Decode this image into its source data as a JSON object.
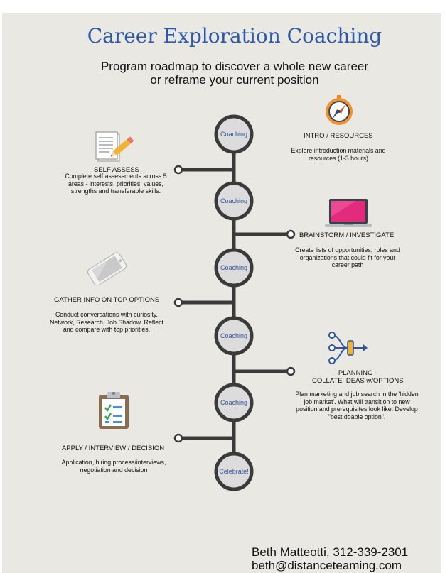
{
  "title": "Career Exploration Coaching",
  "subtitle_lines": [
    "Program roadmap to discover a whole new career",
    "or reframe your current position"
  ],
  "nodes": [
    "Coaching",
    "Coaching",
    "Coaching",
    "Coaching",
    "Coaching",
    "Celebrate!"
  ],
  "steps": [
    {
      "title": "INTRO / RESOURCES",
      "desc": "Explore introduction materials and resources (1-3 hours)",
      "icon": "compass-icon"
    },
    {
      "title": "SELF ASSESS",
      "desc": "Complete self assessments across 5 areas - interests, priorities, values, strengths and transferable skills.",
      "icon": "notepad-pencil-icon"
    },
    {
      "title": "BRAINSTORM / INVESTIGATE",
      "desc": "Create lists of opportunities, roles and organizations that could fit for your career path",
      "icon": "laptop-icon"
    },
    {
      "title": "GATHER INFO ON TOP OPTIONS",
      "desc": "Conduct conversations with curiosity. Network, Research, Job Shadow. Reflect and compare with top priorities.",
      "icon": "smartphone-icon"
    },
    {
      "title_lines": [
        "PLANNING -",
        "COLLATE IDEAS w/OPTIONS"
      ],
      "desc": "Plan marketing and job search in the 'hidden job market'. What will transition to new position and prerequisites look like.  Develop \"best doable option\".",
      "icon": "process-flow-icon"
    },
    {
      "title": "APPLY / INTERVIEW / DECISION",
      "desc": "Application, hiring process/interviews, negotiation and decision",
      "icon": "clipboard-checklist-icon"
    }
  ],
  "footer": {
    "name_phone": "Beth Matteotti, 312-339-2301",
    "email": "beth@distanceteaming.com"
  },
  "colors": {
    "title": "#2c59a8",
    "node_text": "#2f55a0",
    "line": "#3a3a3a",
    "background": "#e9e8e3"
  }
}
